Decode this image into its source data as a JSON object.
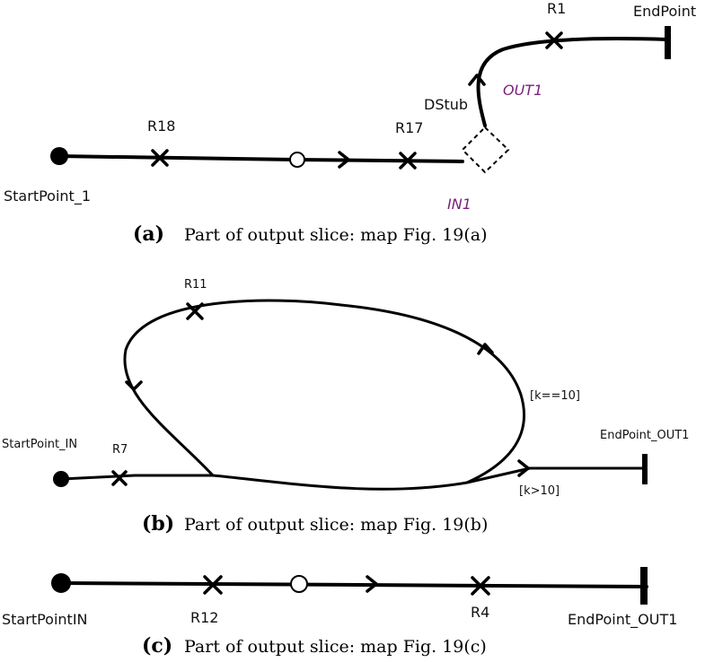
{
  "panel_a": {
    "start_label": "StartPoint_1",
    "end_label": "EndPoint",
    "r18": "R18",
    "r17": "R17",
    "r1": "R1",
    "dstub": "DStub",
    "in1": "IN1",
    "out1": "OUT1",
    "caption_letter": "(a)",
    "caption_text": "Part of output slice: map Fig. 19(a)"
  },
  "panel_b": {
    "start_label": "StartPoint_IN",
    "end_label": "EndPoint_OUT1",
    "r7": "R7",
    "r11": "R11",
    "cond_loop": "[k==10]",
    "cond_exit": "[k>10]",
    "caption_letter": "(b)",
    "caption_text": "Part of output slice: map Fig. 19(b)"
  },
  "panel_c": {
    "start_label": "StartPointIN",
    "end_label": "EndPoint_OUT1",
    "r12": "R12",
    "r4": "R4",
    "caption_letter": "(c)",
    "caption_text": "Part of output slice: map Fig. 19(c)"
  }
}
